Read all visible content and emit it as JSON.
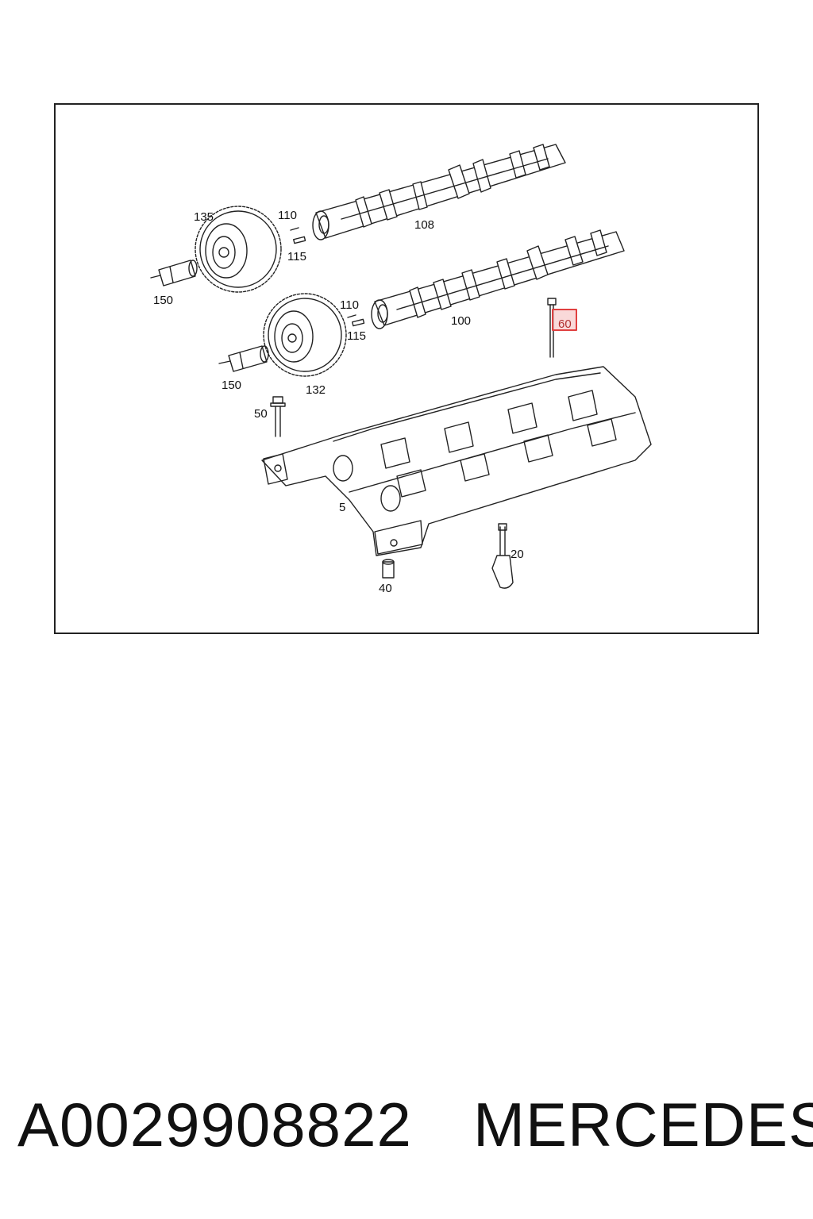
{
  "diagram": {
    "callouts": {
      "c135": "135",
      "c110a": "110",
      "c115a": "115",
      "c108": "108",
      "c150a": "150",
      "c110b": "110",
      "c115b": "115",
      "c100": "100",
      "c60": "60",
      "c150b": "150",
      "c132": "132",
      "c50": "50",
      "c5": "5",
      "c20": "20",
      "c40": "40"
    },
    "highlighted_part": "60",
    "highlight_color": "#e04040",
    "highlight_fill": "#f6c9c9"
  },
  "footer": {
    "part_number": "A0029908822",
    "brand": "MERCEDES"
  }
}
